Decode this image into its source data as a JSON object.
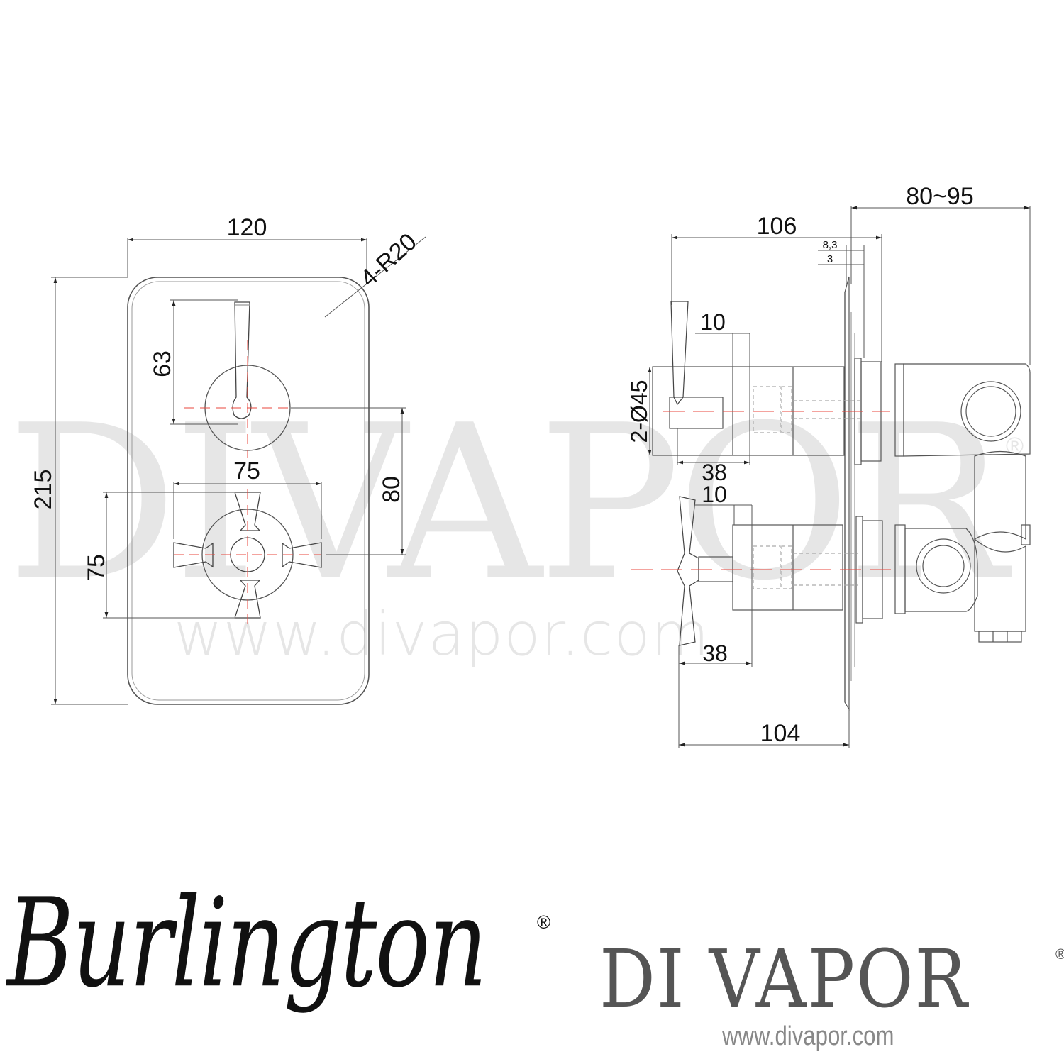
{
  "watermark": {
    "large_text": "DIVAPOR",
    "registered_mark": "®",
    "url_text": "www.divapor.com"
  },
  "front_view": {
    "plate_width": "120",
    "corner_radius": "4-R20",
    "plate_height": "215",
    "lever_height": "63",
    "centre_distance": "80",
    "cross_handle_width": "75",
    "cross_handle_height": "75"
  },
  "side_view": {
    "overall_depth_upper": "106",
    "wall_depth_range": "80~95",
    "plate_offset": "8,3",
    "plate_thickness": "3",
    "lever_collar_width_upper": "10",
    "handle_diameter": "2-Ø45",
    "lever_body_depth_upper": "38",
    "cross_collar_width_lower": "10",
    "cross_body_depth_lower": "38",
    "overall_depth_lower": "104"
  },
  "colors": {
    "line": "#555555",
    "centreline": "#e8473c",
    "watermark": "#e6e6e6",
    "divapor_logo": "#555555"
  },
  "branding": {
    "brand_name": "Burlington",
    "brand_registered": "®",
    "retailer_name": "DI VAPOR",
    "retailer_registered": "®",
    "retailer_url": "www.divapor.com"
  }
}
